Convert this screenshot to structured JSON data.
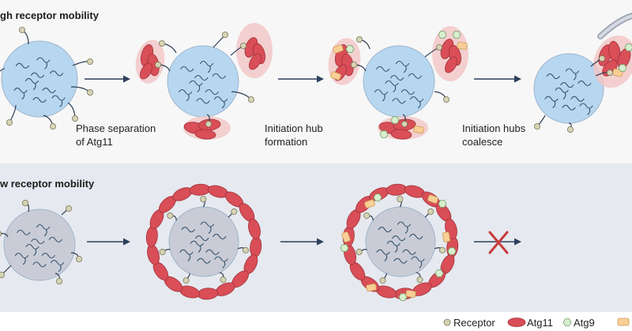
{
  "panels": {
    "top": {
      "heading": "gh receptor mobility",
      "steps": [
        "Phase separation\nof Atg11",
        "Initiation hub\nformation",
        "Initiation hubs\ncoalesce"
      ]
    },
    "bottom": {
      "heading": "w receptor mobility"
    }
  },
  "legend": {
    "receptor": "Receptor",
    "atg11": "Atg11",
    "atg9": "Atg9"
  },
  "colors": {
    "vesicle_blue": "#b7d7f0",
    "vesicle_grey": "#c9ccd6",
    "atg11_red": "#d94e57",
    "atg11_halo": "#f2c4c4",
    "receptor_tip": "#d6d4b3",
    "atg9_green": "#d7efcf",
    "orange_protein": "#f8cf96",
    "arrow": "#2d3f5c",
    "blocked_x": "#c73a3a"
  }
}
